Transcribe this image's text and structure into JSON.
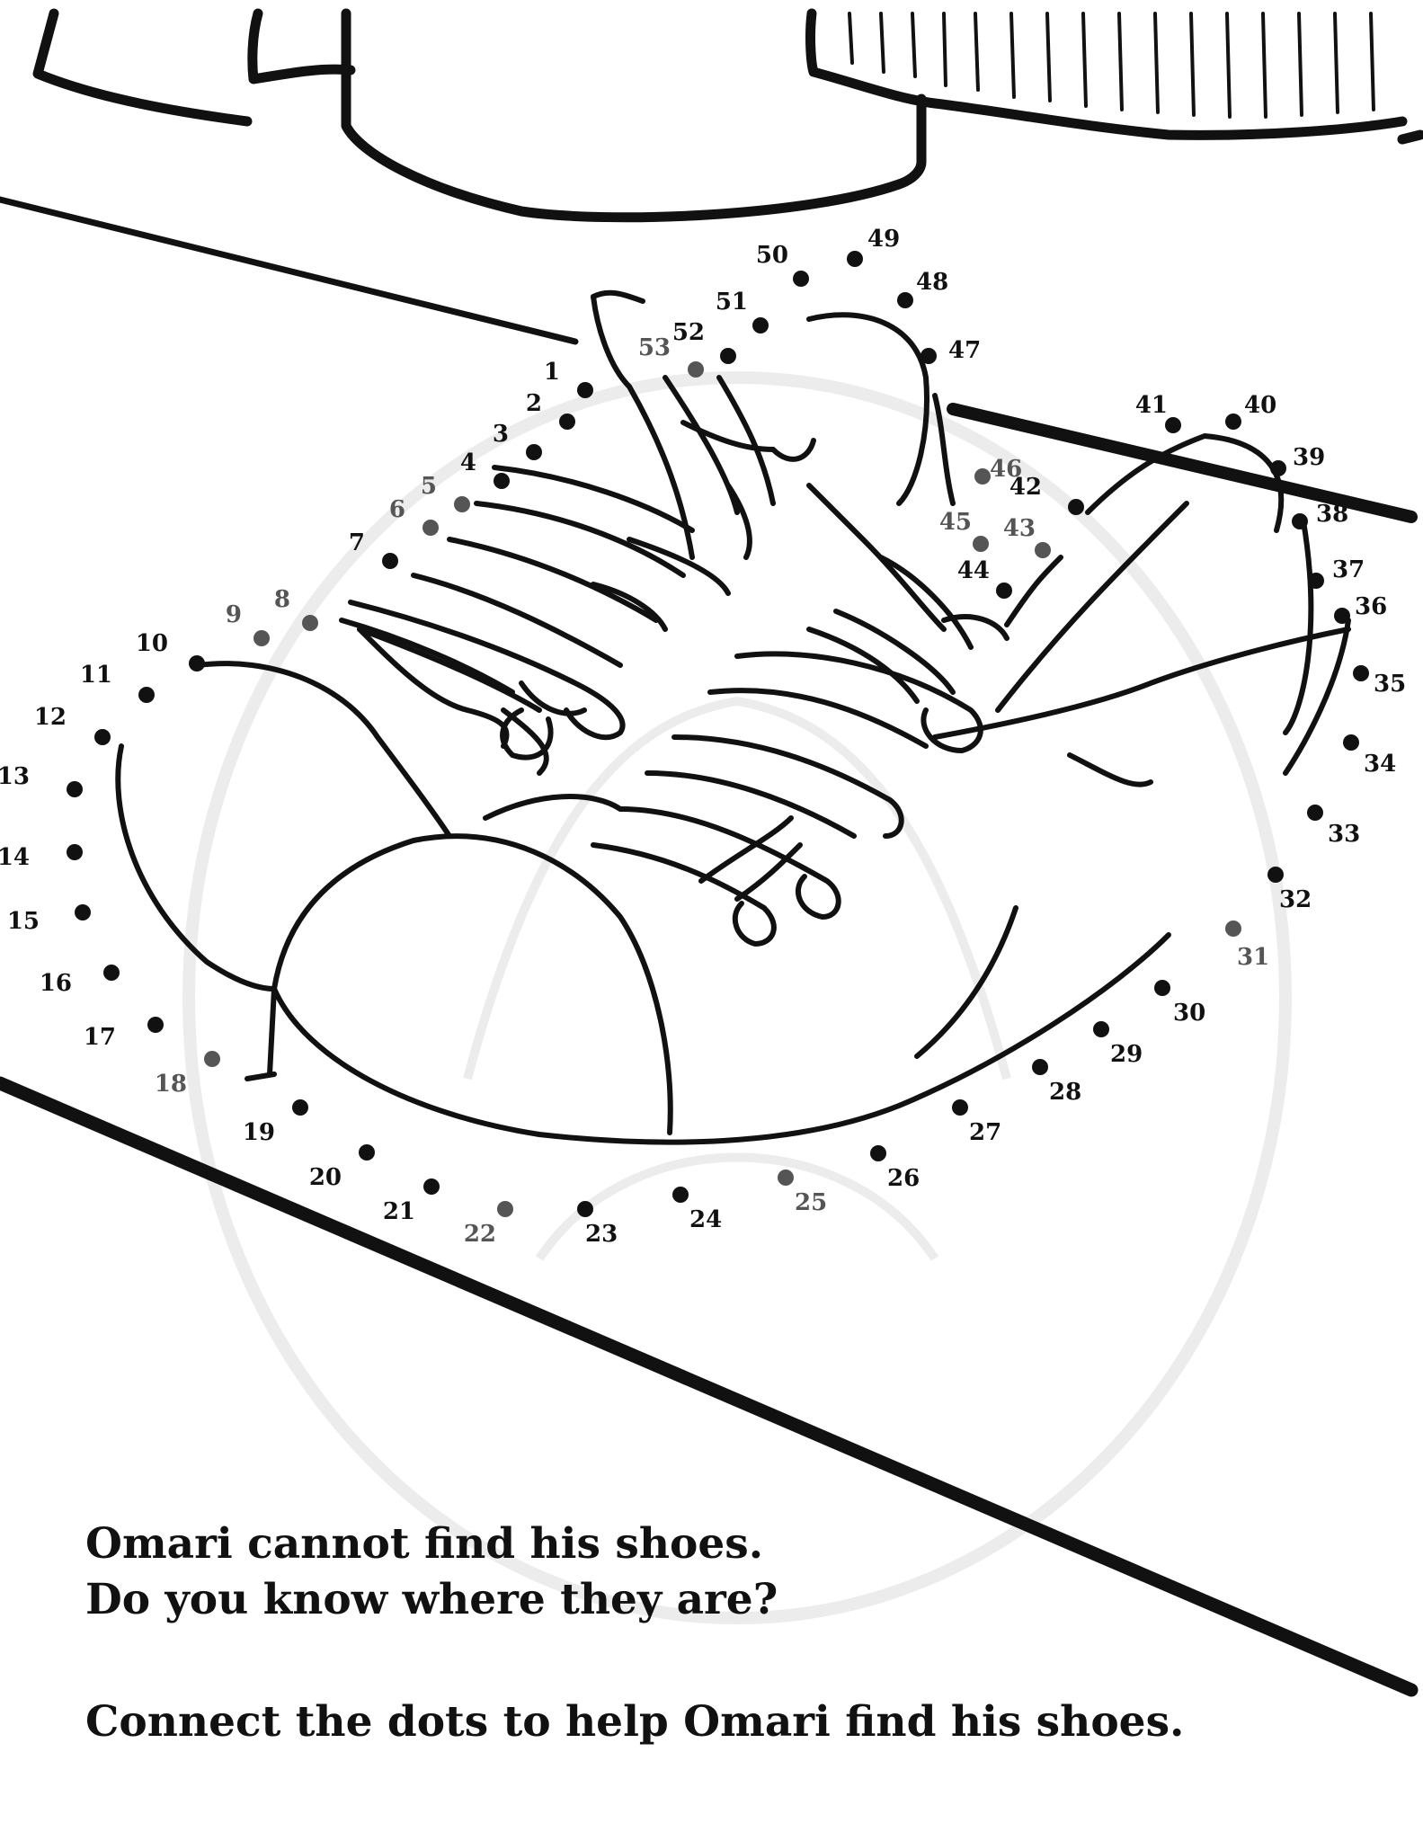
{
  "caption": {
    "line1": "Omari cannot find his shoes.",
    "line2": "Do you know where they are?",
    "line3": "Connect the dots to help Omari find his shoes."
  },
  "dot_numbers": [
    "1",
    "2",
    "3",
    "4",
    "5",
    "6",
    "7",
    "8",
    "9",
    "10",
    "11",
    "12",
    "13",
    "14",
    "15",
    "16",
    "17",
    "18",
    "19",
    "20",
    "21",
    "22",
    "23",
    "24",
    "25",
    "26",
    "27",
    "28",
    "29",
    "30",
    "31",
    "32",
    "33",
    "34",
    "35",
    "36",
    "37",
    "38",
    "39",
    "40",
    "41",
    "42",
    "43",
    "44",
    "45",
    "46",
    "47",
    "48",
    "49",
    "50",
    "51",
    "52",
    "53"
  ],
  "colors": {
    "ink": "#111111",
    "gray_dot": "#555555",
    "watermark": "#ececec"
  }
}
